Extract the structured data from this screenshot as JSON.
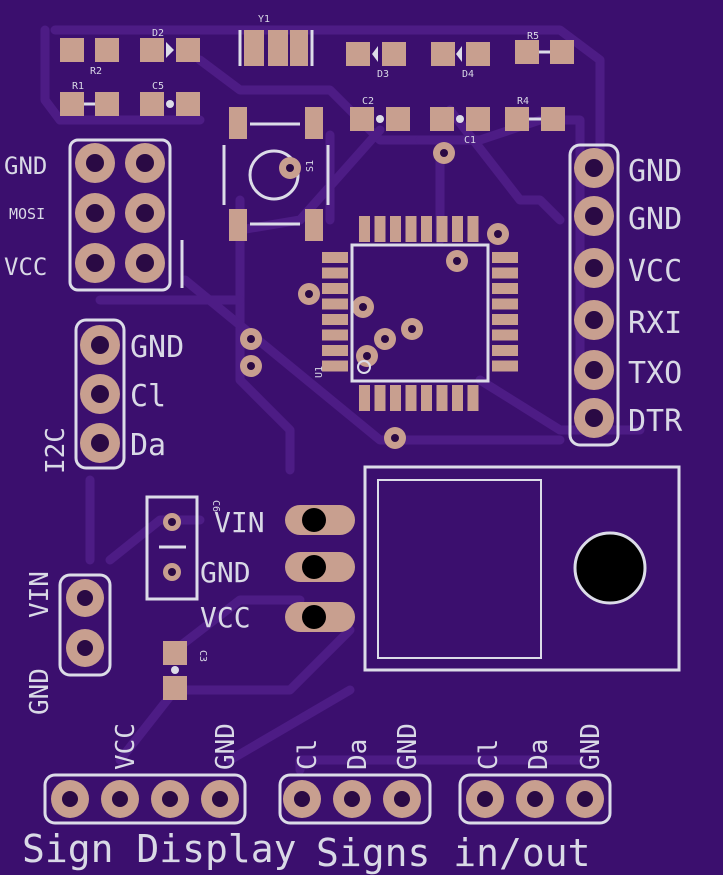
{
  "colors": {
    "board": "#3b0f6e",
    "trace": "#4d1c85",
    "silkscreen": "#dcdce8",
    "copper_pad": "#c89f8f",
    "drill_hole": "#2a0a44"
  },
  "components": {
    "r1": "R1",
    "r2": "R2",
    "r4": "R4",
    "r5": "R5",
    "c1": "C1",
    "c2": "C2",
    "c3": "C3",
    "c5": "C5",
    "c6": "C6",
    "d2": "D2",
    "d3": "D3",
    "d4": "D4",
    "y1": "Y1",
    "s1": "S1",
    "u1": "U1"
  },
  "icsp_header": {
    "gnd": "GND",
    "mosi": "MOSI",
    "vcc": "VCC"
  },
  "serial_header": {
    "pins": [
      "GND",
      "GND",
      "VCC",
      "RXI",
      "TXO",
      "DTR"
    ]
  },
  "i2c_header": {
    "title": "I2C",
    "pins": [
      "GND",
      "Cl",
      "Da"
    ]
  },
  "regulator": {
    "pins": [
      "VIN",
      "GND",
      "VCC"
    ]
  },
  "power_header": {
    "vin": "VIN",
    "gnd": "GND"
  },
  "bottom_headers": {
    "sign_display": {
      "label": "Sign Display",
      "pins": [
        "VCC",
        "GND"
      ]
    },
    "signs_in": {
      "pins": [
        "Cl",
        "Da",
        "GND"
      ]
    },
    "signs_out": {
      "label": "Signs in/out",
      "pins": [
        "Cl",
        "Da",
        "GND"
      ]
    }
  }
}
